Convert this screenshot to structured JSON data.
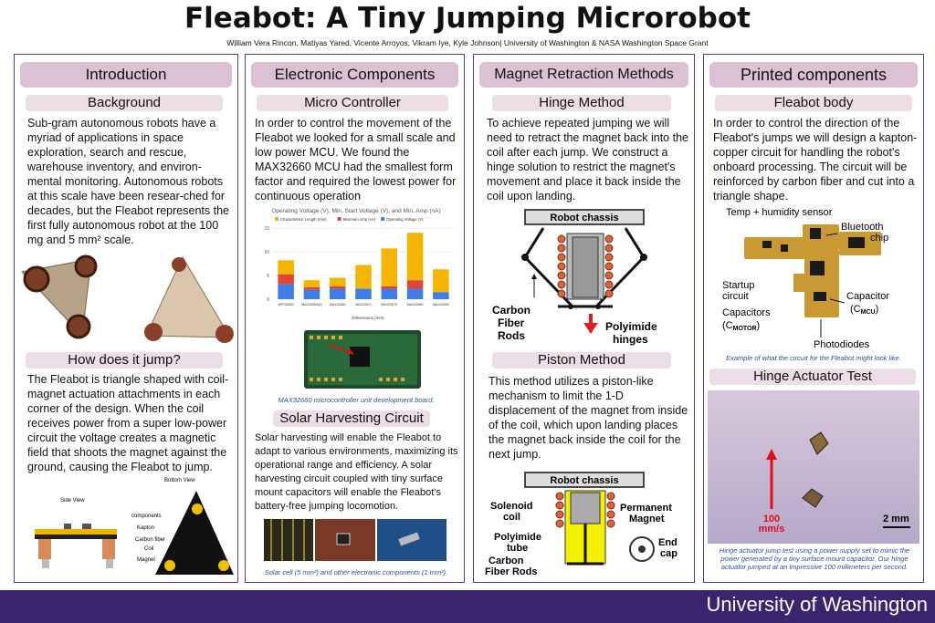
{
  "title": "Fleabot: A Tiny Jumping Microrobot",
  "authors": "William Vera Rincon, Matiyas Yared, Vicente Arroyos, Vikram Iye, Kyle Johnson| University of Washington & NASA Washington Space Grant",
  "col1": {
    "header": "Introduction",
    "background_title": "Background",
    "background_text": "Sub-gram autonomous robots have a myriad of applications in space exploration, search and rescue, warehouse inventory, and environ-mental monitoring. Autonomous robots at this scale have been resear-ched for decades, but the Fleabot represents the first fully autonomous robot at the 100 mg and 5 mm² scale.",
    "jump_title": "How does it jump?",
    "jump_text": "The Fleabot is triangle shaped with coil-magnet actuation attachments in each corner of the design. When the coil receives power from a super low-power circuit the voltage creates a magnetic field that shoots the magnet against the ground, causing the Fleabot to jump.",
    "side_view": "Side View",
    "bottom_view": "Bottom View",
    "side_labels": [
      "components",
      "Kapton",
      "Carbon fiber",
      "Coil",
      "Magnet"
    ]
  },
  "col2": {
    "header": "Electronic Components",
    "mcu_title": "Micro Controller",
    "mcu_text": "In order to control the movement of the Fleabot we looked for a small scale and low power MCU. We found the MAX32660 MCU had the smallest form factor and required the lowest power for continuous operation",
    "mcu_caption": "MAX32660 microcontroller unit development board.",
    "solar_title": "Solar Harvesting Circuit",
    "solar_text": "Solar harvesting will enable the Fleabot to adapt to various environments, maximizing its operational range and efficiency. A solar harvesting circuit coupled with tiny surface mount capacitors will enable the Fleabot's battery-free jumping locomotion.",
    "solar_caption": "Solar cell (5 mm²) and other electronic components (1 mm²)."
  },
  "chart_data": {
    "type": "bar",
    "title": "Operating Voltage (V), Min. Start Voltage (V), and Min. Amp (nA)",
    "xlabel": "Dimensions (mm)",
    "ylim": [
      0,
      15
    ],
    "yticks": [
      0,
      5,
      10,
      15
    ],
    "categories": [
      "NRF52832",
      "MAX32660(A)",
      "MAX32660",
      "MAX32672",
      "MAX32670",
      "MAX32680",
      "MAX32690"
    ],
    "series": [
      {
        "name": "Characteristic Length (mm)",
        "color": "#f5b400",
        "values": [
          3,
          1.5,
          1.8,
          5,
          8,
          10,
          4.8
        ]
      },
      {
        "name": "Minimum Amp (nA)",
        "color": "#e0443a",
        "values": [
          2,
          0.5,
          0.5,
          0,
          0.5,
          1.8,
          0
        ]
      },
      {
        "name": "Operating Voltage (V)",
        "color": "#3f7ee8",
        "values": [
          3.2,
          2,
          2.2,
          2.2,
          2.2,
          2.2,
          1.5
        ]
      }
    ]
  },
  "col3": {
    "header": "Magnet Retraction Methods",
    "hinge_title": "Hinge Method",
    "hinge_text": "To achieve repeated jumping we will need to retract the magnet back into the coil after each jump. We construct a hinge solution to restrict the magnet's movement and place it back inside the coil upon landing.",
    "robot_chassis": "Robot chassis",
    "carbon_fiber_rods": "Carbon Fiber Rods",
    "polyimide_hinges": "Polyimide hinges",
    "piston_title": "Piston Method",
    "piston_text": "This method utilizes a piston-like mechanism to limit the 1-D displacement of the magnet from inside of the coil, which upon landing places the magnet back inside the coil for the next jump.",
    "solenoid_coil": "Solenoid coil",
    "permanent_magnet": "Permanent Magnet",
    "polyimide_tube": "Polyimide tube",
    "end_cap": "End cap"
  },
  "col4": {
    "header": "Printed components",
    "body_title": "Fleabot body",
    "body_text": "In order to control the direction of the Fleabot's jumps we will design a kapton-copper circuit for handling the robot's onboard processing. The circuit will be reinforced by carbon fiber and cut into a triangle shape.",
    "temp_sensor": "Temp + humidity sensor",
    "bluetooth": "Bluetooth chip",
    "startup": "Startup circuit",
    "capacitor_mcu": "Capacitor (C",
    "capacitor_mcu_sub": "MCU",
    "capacitors_motor": "Capacitors (C",
    "capacitors_motor_sub": "MOTOR",
    "photodiodes": "Photodiodes",
    "body_caption": "Example of what the circuit for the Fleabot might look like.",
    "test_title": "Hinge Actuator Test",
    "speed_label": "100 mm/s",
    "scale_label": "2 mm",
    "test_caption": "Hinge actuator jump test using a power supply set to mimic the power generated by a tiny surface mount capacitor. Our hinge actuator jumped at an impressive 100 millimeters per second."
  },
  "footer": "University of Washington"
}
